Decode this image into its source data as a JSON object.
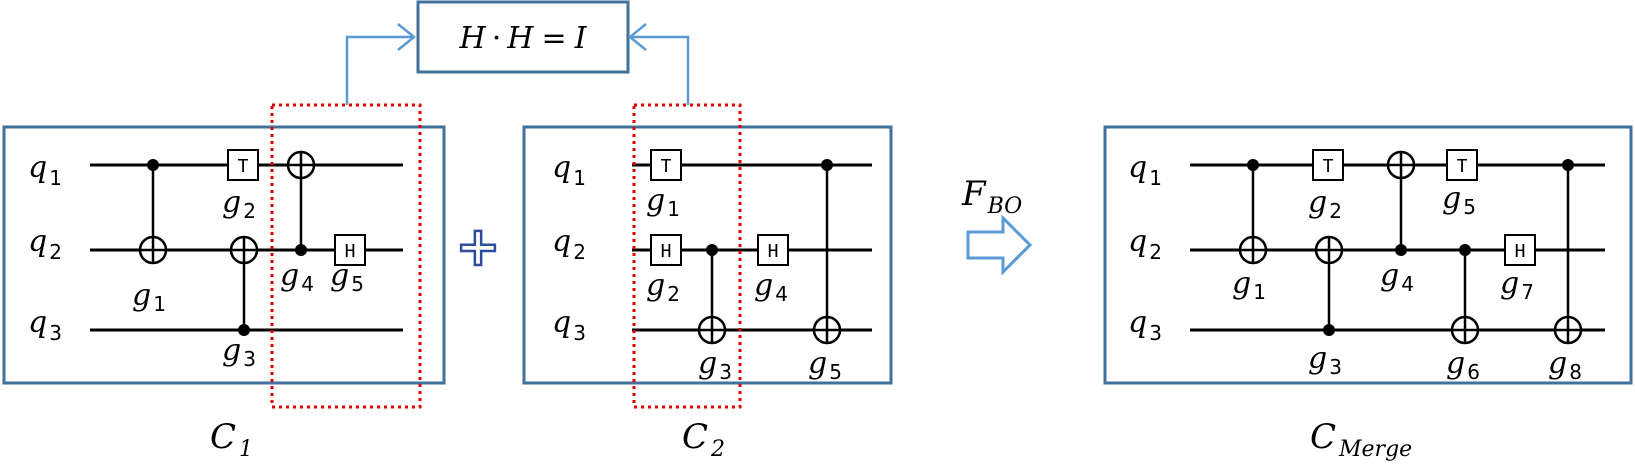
{
  "circuit1": {
    "label": "C",
    "label_sub": "1",
    "qubits": [
      {
        "l": "q",
        "s": "1"
      },
      {
        "l": "q",
        "s": "2"
      },
      {
        "l": "q",
        "s": "3"
      }
    ],
    "gates": [
      {
        "l": "g",
        "s": "1"
      },
      {
        "l": "g",
        "s": "2"
      },
      {
        "l": "g",
        "s": "3"
      },
      {
        "l": "g",
        "s": "4"
      },
      {
        "l": "g",
        "s": "5"
      }
    ],
    "gate_symbols": {
      "t": "T",
      "h": "H"
    }
  },
  "circuit2": {
    "label": "C",
    "label_sub": "2",
    "qubits": [
      {
        "l": "q",
        "s": "1"
      },
      {
        "l": "q",
        "s": "2"
      },
      {
        "l": "q",
        "s": "3"
      }
    ],
    "gates": [
      {
        "l": "g",
        "s": "1"
      },
      {
        "l": "g",
        "s": "2"
      },
      {
        "l": "g",
        "s": "3"
      },
      {
        "l": "g",
        "s": "4"
      },
      {
        "l": "g",
        "s": "5"
      }
    ],
    "gate_symbols": {
      "t": "T",
      "h": "H",
      "h2": "H"
    }
  },
  "merged": {
    "label": "C",
    "label_sub": "Merge",
    "qubits": [
      {
        "l": "q",
        "s": "1"
      },
      {
        "l": "q",
        "s": "2"
      },
      {
        "l": "q",
        "s": "3"
      }
    ],
    "gates": [
      {
        "l": "g",
        "s": "1"
      },
      {
        "l": "g",
        "s": "2"
      },
      {
        "l": "g",
        "s": "3"
      },
      {
        "l": "g",
        "s": "4"
      },
      {
        "l": "g",
        "s": "5"
      },
      {
        "l": "g",
        "s": "6"
      },
      {
        "l": "g",
        "s": "7"
      },
      {
        "l": "g",
        "s": "8"
      }
    ],
    "gate_symbols": {
      "t1": "T",
      "t2": "T",
      "h": "H"
    }
  },
  "identity": {
    "a": "H",
    "dot": "·",
    "b": "H",
    "eq": "=",
    "c": "I"
  },
  "plus_symbol": "+",
  "transform": {
    "label": "F",
    "label_sub": "BO"
  },
  "colors": {
    "box": "#41719c",
    "highlight": "#e00000",
    "arrow": "#5b9bd5"
  }
}
